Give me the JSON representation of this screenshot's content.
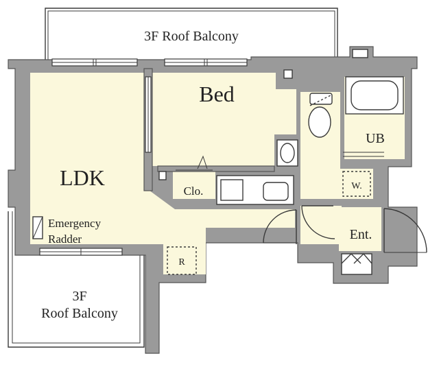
{
  "rooms": {
    "balcony_top": "3F Roof Balcony",
    "bed": "Bed",
    "ldk": "LDK",
    "ub": "UB",
    "closet": "Clo.",
    "washer": "W.",
    "entrance": "Ent.",
    "refrigerator": "R",
    "emergency_line1": "Emergency",
    "emergency_line2": "Radder",
    "balcony_bottom_line1": "3F",
    "balcony_bottom_line2": "Roof Balcony"
  },
  "colors": {
    "wall": "#9a9a9a",
    "floor": "#fbf8dc",
    "line": "#3a3a3a"
  }
}
